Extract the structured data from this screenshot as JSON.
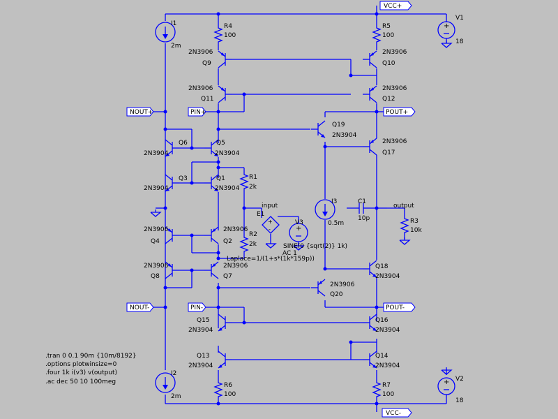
{
  "ports": {
    "vcc_pos": "VCC+",
    "vcc_neg": "VCC-",
    "nout_pos": "NOUT+",
    "nout_neg": "NOUT-",
    "pin_pos": "PIN+",
    "pin_neg": "PIN-",
    "pout_pos": "POUT+",
    "pout_neg": "POUT-"
  },
  "transistors": {
    "q1": {
      "name": "Q1",
      "model": "2N3904"
    },
    "q2": {
      "name": "Q2",
      "model": "2N3906"
    },
    "q3": {
      "name": "Q3",
      "model": "2N3904"
    },
    "q4": {
      "name": "Q4",
      "model": "2N3906"
    },
    "q5": {
      "name": "Q5",
      "model": "2N3904"
    },
    "q6": {
      "name": "Q6",
      "model": "2N3904"
    },
    "q7": {
      "name": "Q7",
      "model": "2N3906"
    },
    "q8": {
      "name": "Q8",
      "model": "2N3906"
    },
    "q9": {
      "name": "Q9",
      "model": "2N3906"
    },
    "q10": {
      "name": "Q10",
      "model": "2N3906"
    },
    "q11": {
      "name": "Q11",
      "model": "2N3906"
    },
    "q12": {
      "name": "Q12",
      "model": "2N3906"
    },
    "q13": {
      "name": "Q13",
      "model": "2N3904"
    },
    "q14": {
      "name": "Q14",
      "model": "2N3904"
    },
    "q15": {
      "name": "Q15",
      "model": "2N3904"
    },
    "q16": {
      "name": "Q16",
      "model": "2N3904"
    },
    "q17": {
      "name": "Q17",
      "model": "2N3906"
    },
    "q18": {
      "name": "Q18",
      "model": "2N3904"
    },
    "q19": {
      "name": "Q19",
      "model": "2N3904"
    },
    "q20": {
      "name": "Q20",
      "model": "2N3906"
    }
  },
  "resistors": {
    "r1": {
      "name": "R1",
      "value": "2k"
    },
    "r2": {
      "name": "R2",
      "value": "2k"
    },
    "r3": {
      "name": "R3",
      "value": "10k"
    },
    "r4": {
      "name": "R4",
      "value": "100"
    },
    "r5": {
      "name": "R5",
      "value": "100"
    },
    "r6": {
      "name": "R6",
      "value": "100"
    },
    "r7": {
      "name": "R7",
      "value": "100"
    }
  },
  "sources": {
    "i1": {
      "name": "I1",
      "value": "2m"
    },
    "i2": {
      "name": "I2",
      "value": "2m"
    },
    "i3": {
      "name": "I3",
      "value": "0.5m"
    },
    "v1": {
      "name": "V1",
      "value": "18"
    },
    "v2": {
      "name": "V2",
      "value": "18"
    },
    "v3": {
      "name": "V3",
      "value": "SINE(0 {sqrt(2)} 1k)",
      "ac": "AC 1"
    },
    "e1": {
      "name": "E1",
      "value": "Laplace=1/(1+s*(1k*159p))"
    }
  },
  "capacitors": {
    "c1": {
      "name": "C1",
      "value": "10p"
    }
  },
  "nets": {
    "input": "input",
    "output": "output"
  },
  "directives": [
    ".tran 0 0.1 90m {10m/8192}",
    ".options plotwinsize=0",
    ".four 1k i(v3) v(output)",
    ".ac dec 50 10 100meg"
  ],
  "colors": {
    "background": "#c0c0c0",
    "wire": "#0000ff",
    "text": "#000000"
  }
}
